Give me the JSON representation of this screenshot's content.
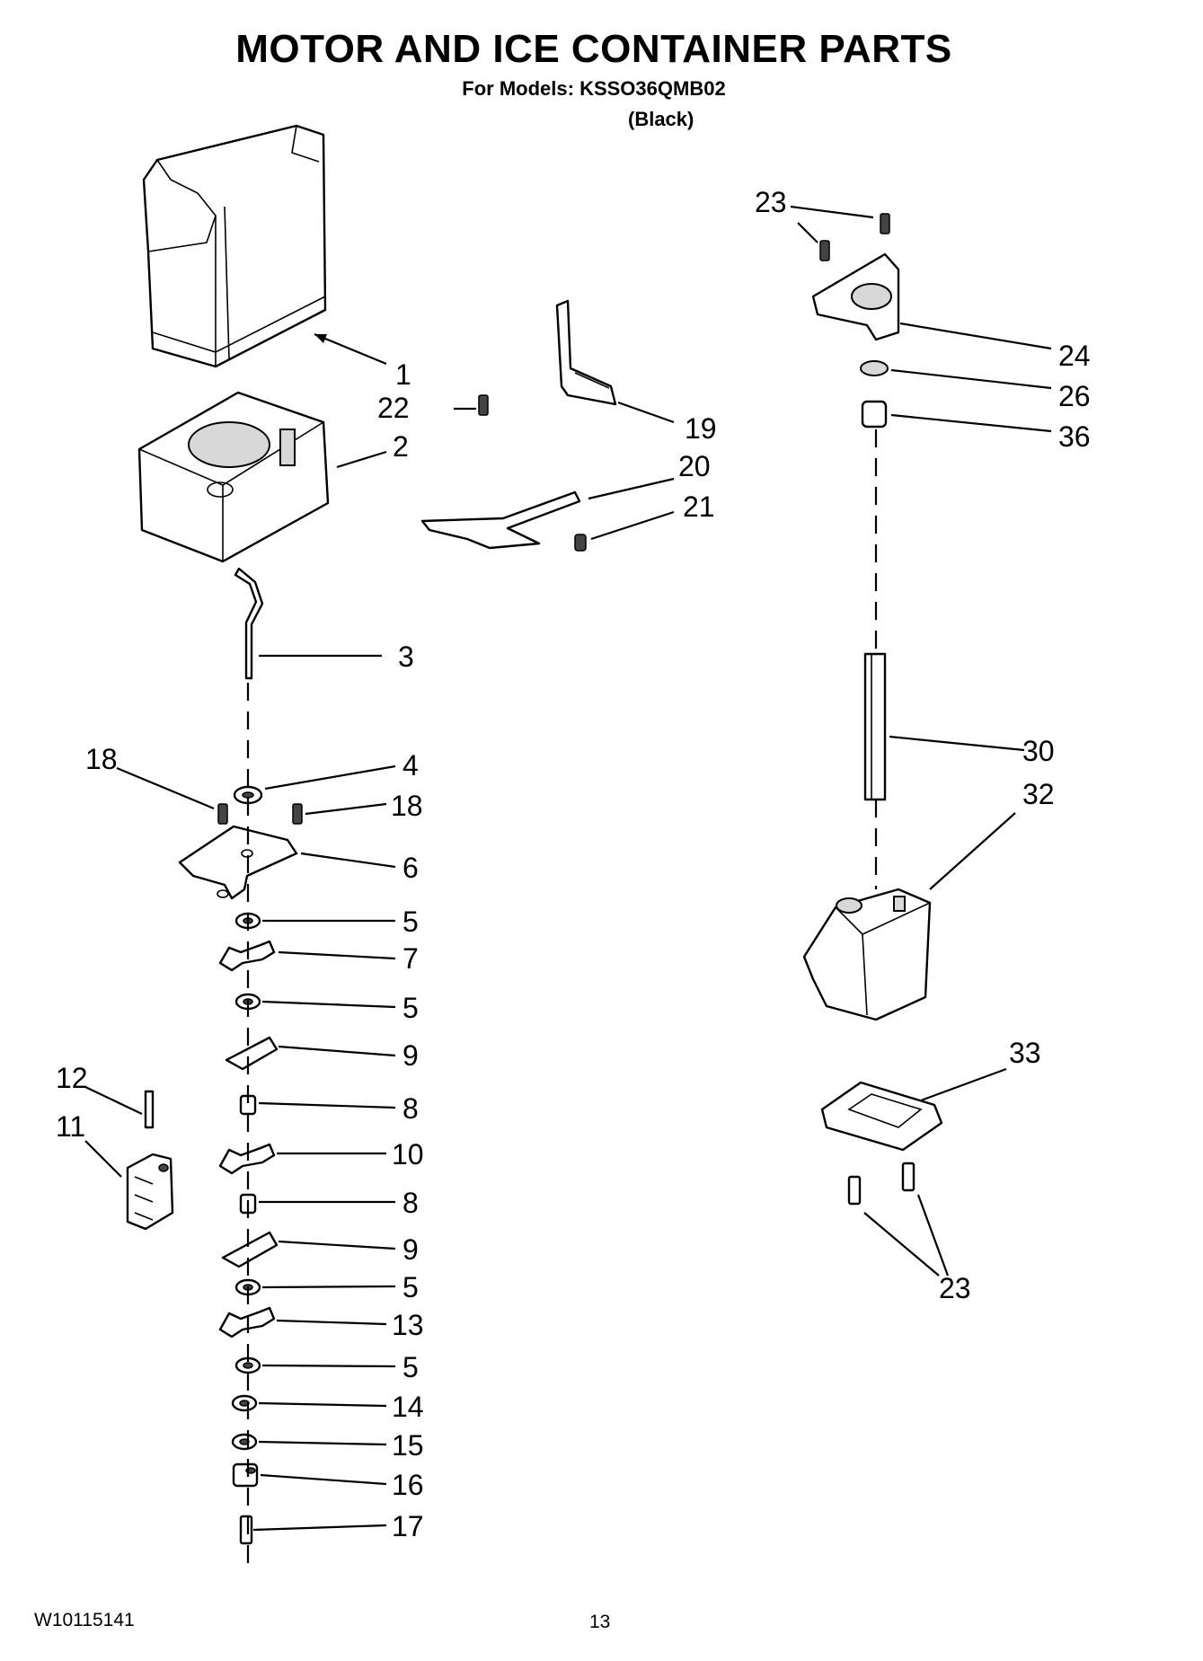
{
  "header": {
    "title": "MOTOR AND ICE CONTAINER PARTS",
    "models": "For Models: KSSO36QMB02",
    "color": "(Black)"
  },
  "footer": {
    "doc_number": "W10115141",
    "page_number": "13"
  },
  "callouts": {
    "c1": "1",
    "c2": "2",
    "c3": "3",
    "c4": "4",
    "c5a": "5",
    "c5b": "5",
    "c5c": "5",
    "c5d": "5",
    "c6": "6",
    "c7": "7",
    "c8a": "8",
    "c8b": "8",
    "c9a": "9",
    "c9b": "9",
    "c10": "10",
    "c11": "11",
    "c12": "12",
    "c13": "13",
    "c14": "14",
    "c15": "15",
    "c16": "16",
    "c17": "17",
    "c18a": "18",
    "c18b": "18",
    "c19": "19",
    "c20": "20",
    "c21": "21",
    "c22": "22",
    "c23a": "23",
    "c23b": "23",
    "c24": "24",
    "c26": "26",
    "c30": "30",
    "c32": "32",
    "c33": "33",
    "c36": "36"
  }
}
